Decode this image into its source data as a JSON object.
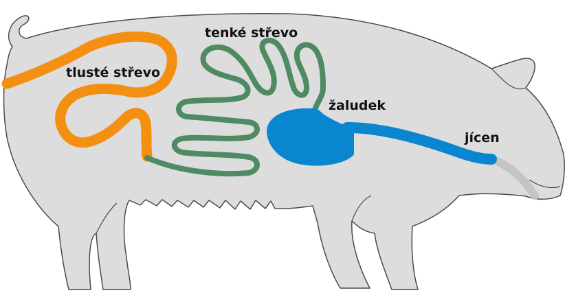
{
  "diagram": {
    "labels": {
      "large_intestine": "tlusté střevo",
      "small_intestine": "tenké střevo",
      "stomach": "žaludek",
      "esophagus": "jícen"
    },
    "colors": {
      "background": "#ffffff",
      "body": "#dddddd",
      "body_outline": "#4a4a4a",
      "large_intestine": "#f39012",
      "small_intestine": "#4e8a62",
      "stomach": "#0a86d0",
      "esophagus": "#0a86d0",
      "throat": "#c4c4c4"
    }
  }
}
